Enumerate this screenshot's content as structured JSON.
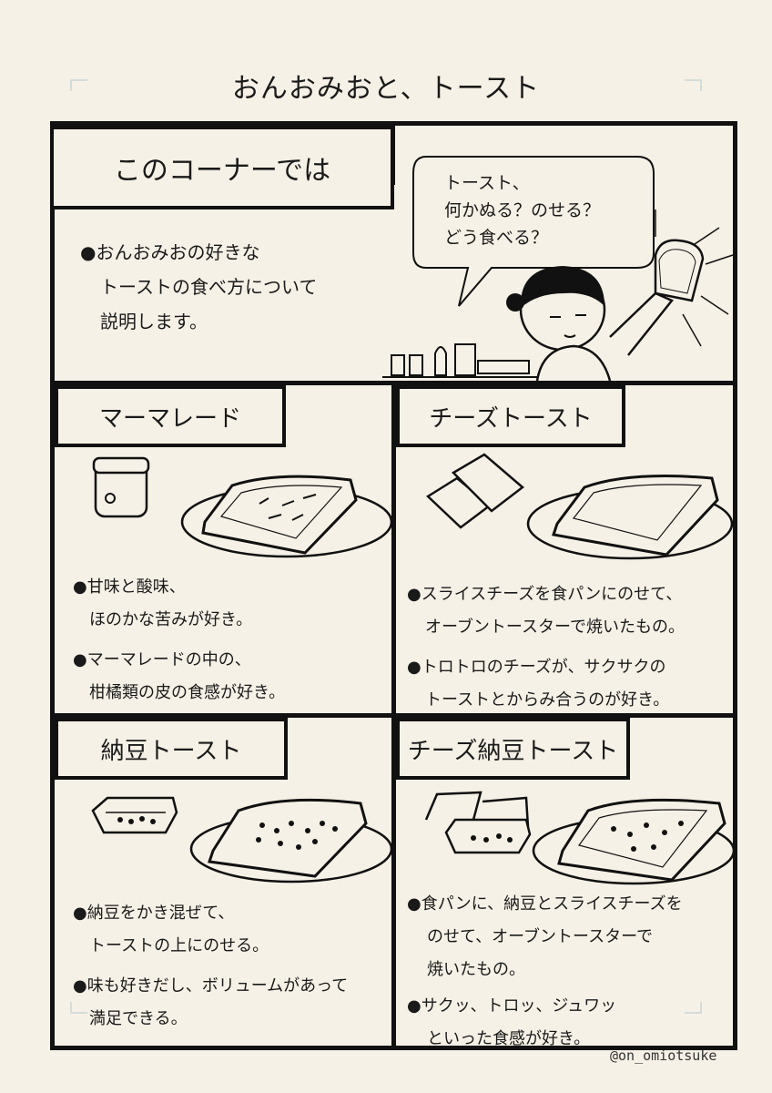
{
  "title": "おんおみおと、トースト",
  "handle": "@on_omiotsuke",
  "intro": {
    "heading": "このコーナーでは",
    "lines": [
      "●おんおみおの好きな",
      "トーストの食べ方について",
      "説明します。"
    ],
    "speech": [
      "トースト、",
      "何かぬる？のせる？",
      "どう食べる？"
    ]
  },
  "panels": [
    {
      "heading": "マーマレード",
      "bullets": [
        [
          "●甘味と酸味、",
          "ほのかな苦みが好き。"
        ],
        [
          "●マーマレードの中の、",
          "柑橘類の皮の食感が好き。"
        ]
      ]
    },
    {
      "heading": "チーズトースト",
      "bullets": [
        [
          "●スライスチーズを食パンにのせて、",
          "オーブントースターで焼いたもの。"
        ],
        [
          "●トロトロのチーズが、サクサクの",
          "トーストとからみ合うのが好き。"
        ]
      ]
    },
    {
      "heading": "納豆トースト",
      "bullets": [
        [
          "●納豆をかき混ぜて、",
          "トーストの上にのせる。"
        ],
        [
          "●味も好きだし、ボリュームがあって",
          "満足できる。"
        ]
      ]
    },
    {
      "heading": "チーズ納豆トースト",
      "bullets": [
        [
          "●食パンに、納豆とスライスチーズを",
          "のせて、オーブントースターで",
          "焼いたもの。"
        ],
        [
          "●サクッ、トロッ、ジュワッ",
          "といった食感が好き。"
        ]
      ]
    }
  ]
}
